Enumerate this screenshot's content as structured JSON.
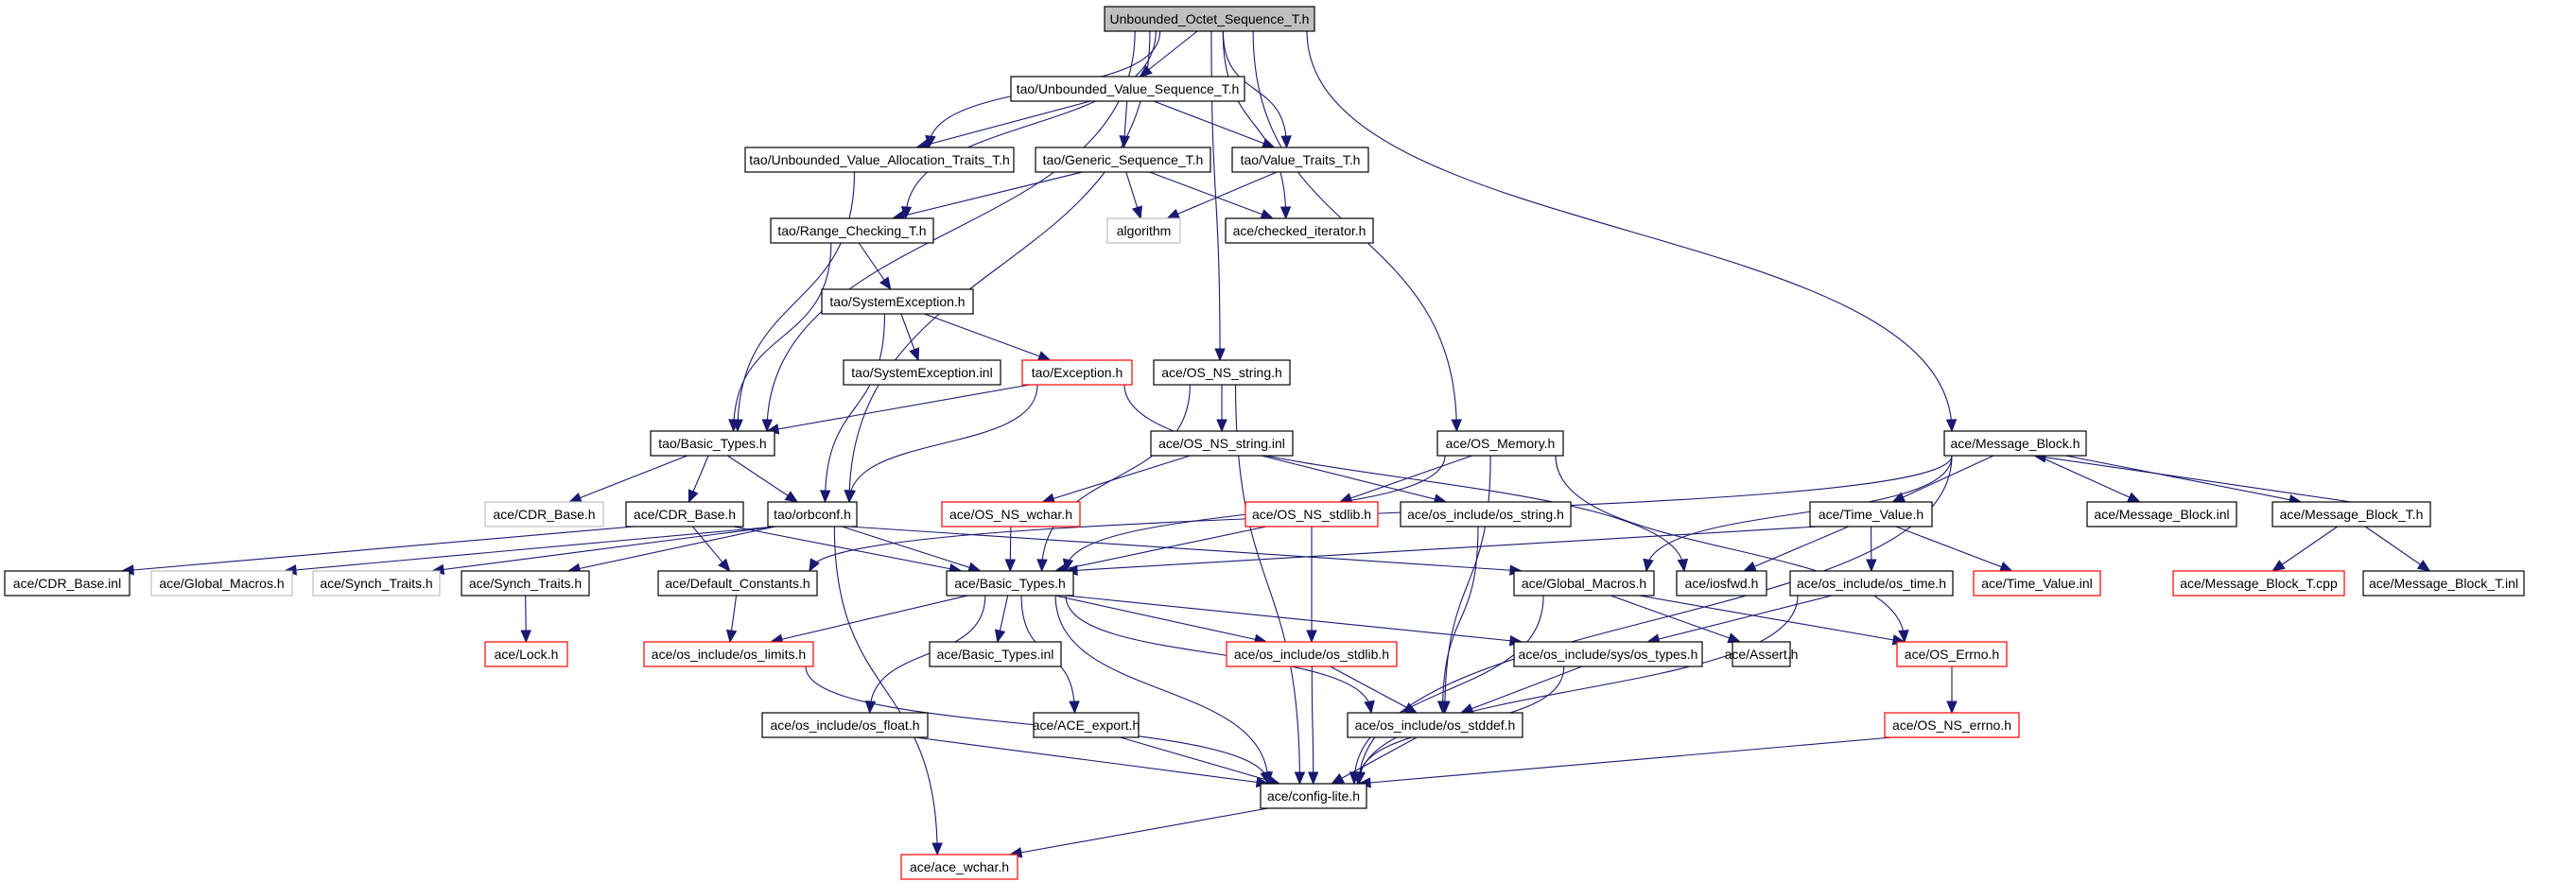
{
  "diagram": {
    "title": "Unbounded_Octet_Sequence_T.h include dependency graph",
    "colors": {
      "edge": "#191970",
      "root_fill": "#bfbfbf",
      "missing_border": "#ff0000",
      "external_border": "#bfbfbf",
      "normal_border": "#000000"
    },
    "nodes": [
      {
        "id": "root",
        "label": "Unbounded_Octet_Sequence_T.h",
        "style": "root"
      },
      {
        "id": "uvs",
        "label": "tao/Unbounded_Value_Sequence_T.h",
        "style": "normal"
      },
      {
        "id": "uvat",
        "label": "tao/Unbounded_Value_Allocation_Traits_T.h",
        "style": "normal"
      },
      {
        "id": "gs",
        "label": "tao/Generic_Sequence_T.h",
        "style": "normal"
      },
      {
        "id": "vt",
        "label": "tao/Value_Traits_T.h",
        "style": "normal"
      },
      {
        "id": "rc",
        "label": "tao/Range_Checking_T.h",
        "style": "normal"
      },
      {
        "id": "alg",
        "label": "algorithm",
        "style": "gray"
      },
      {
        "id": "ci",
        "label": "ace/checked_iterator.h",
        "style": "normal"
      },
      {
        "id": "se",
        "label": "tao/SystemException.h",
        "style": "normal"
      },
      {
        "id": "sei",
        "label": "tao/SystemException.inl",
        "style": "normal"
      },
      {
        "id": "exc",
        "label": "tao/Exception.h",
        "style": "red"
      },
      {
        "id": "osnsstr",
        "label": "ace/OS_NS_string.h",
        "style": "normal"
      },
      {
        "id": "tbt",
        "label": "tao/Basic_Types.h",
        "style": "normal"
      },
      {
        "id": "osnsstri",
        "label": "ace/OS_NS_string.inl",
        "style": "normal"
      },
      {
        "id": "osmem",
        "label": "ace/OS_Memory.h",
        "style": "normal"
      },
      {
        "id": "mb",
        "label": "ace/Message_Block.h",
        "style": "normal"
      },
      {
        "id": "cdrg",
        "label": "ace/CDR_Base.h",
        "style": "gray"
      },
      {
        "id": "cdr",
        "label": "ace/CDR_Base.h",
        "style": "normal"
      },
      {
        "id": "orb",
        "label": "tao/orbconf.h",
        "style": "normal"
      },
      {
        "id": "wchar",
        "label": "ace/OS_NS_wchar.h",
        "style": "red"
      },
      {
        "id": "stdlib",
        "label": "ace/OS_NS_stdlib.h",
        "style": "red"
      },
      {
        "id": "osstr",
        "label": "ace/os_include/os_string.h",
        "style": "normal"
      },
      {
        "id": "tv",
        "label": "ace/Time_Value.h",
        "style": "normal"
      },
      {
        "id": "mbi",
        "label": "ace/Message_Block.inl",
        "style": "normal"
      },
      {
        "id": "mbt",
        "label": "ace/Message_Block_T.h",
        "style": "normal"
      },
      {
        "id": "cdri",
        "label": "ace/CDR_Base.inl",
        "style": "normal"
      },
      {
        "id": "gmg",
        "label": "ace/Global_Macros.h",
        "style": "gray"
      },
      {
        "id": "stg",
        "label": "ace/Synch_Traits.h",
        "style": "gray"
      },
      {
        "id": "st",
        "label": "ace/Synch_Traits.h",
        "style": "normal"
      },
      {
        "id": "dc",
        "label": "ace/Default_Constants.h",
        "style": "normal"
      },
      {
        "id": "abt",
        "label": "ace/Basic_Types.h",
        "style": "normal"
      },
      {
        "id": "gm",
        "label": "ace/Global_Macros.h",
        "style": "normal"
      },
      {
        "id": "iosfwd",
        "label": "ace/iosfwd.h",
        "style": "normal"
      },
      {
        "id": "ostime",
        "label": "ace/os_include/os_time.h",
        "style": "normal"
      },
      {
        "id": "tvi",
        "label": "ace/Time_Value.inl",
        "style": "red"
      },
      {
        "id": "mbtc",
        "label": "ace/Message_Block_T.cpp",
        "style": "red"
      },
      {
        "id": "mbti",
        "label": "ace/Message_Block_T.inl",
        "style": "normal"
      },
      {
        "id": "lock",
        "label": "ace/Lock.h",
        "style": "red"
      },
      {
        "id": "oslim",
        "label": "ace/os_include/os_limits.h",
        "style": "red"
      },
      {
        "id": "abti",
        "label": "ace/Basic_Types.inl",
        "style": "normal"
      },
      {
        "id": "osstdlib",
        "label": "ace/os_include/os_stdlib.h",
        "style": "red"
      },
      {
        "id": "ostypes",
        "label": "ace/os_include/sys/os_types.h",
        "style": "normal"
      },
      {
        "id": "assert",
        "label": "ace/Assert.h",
        "style": "normal"
      },
      {
        "id": "errno",
        "label": "ace/OS_Errno.h",
        "style": "red"
      },
      {
        "id": "osfloat",
        "label": "ace/os_include/os_float.h",
        "style": "normal"
      },
      {
        "id": "export",
        "label": "ace/ACE_export.h",
        "style": "normal"
      },
      {
        "id": "stddef",
        "label": "ace/os_include/os_stddef.h",
        "style": "normal"
      },
      {
        "id": "nserrno",
        "label": "ace/OS_NS_errno.h",
        "style": "red"
      },
      {
        "id": "cfg",
        "label": "ace/config-lite.h",
        "style": "normal"
      },
      {
        "id": "acewchar",
        "label": "ace/ace_wchar.h",
        "style": "red"
      }
    ],
    "edges": [
      [
        "root",
        "uvs"
      ],
      [
        "root",
        "uvat"
      ],
      [
        "root",
        "vt"
      ],
      [
        "root",
        "ci"
      ],
      [
        "root",
        "rc"
      ],
      [
        "root",
        "tbt"
      ],
      [
        "root",
        "orb"
      ],
      [
        "root",
        "osnsstr"
      ],
      [
        "root",
        "osmem"
      ],
      [
        "root",
        "mb"
      ],
      [
        "uvs",
        "uvat"
      ],
      [
        "uvs",
        "gs"
      ],
      [
        "uvs",
        "vt"
      ],
      [
        "uvat",
        "tbt"
      ],
      [
        "gs",
        "rc"
      ],
      [
        "gs",
        "alg"
      ],
      [
        "gs",
        "ci"
      ],
      [
        "vt",
        "alg"
      ],
      [
        "rc",
        "se"
      ],
      [
        "rc",
        "tbt"
      ],
      [
        "se",
        "sei"
      ],
      [
        "se",
        "exc"
      ],
      [
        "se",
        "orb"
      ],
      [
        "exc",
        "tbt"
      ],
      [
        "exc",
        "orb"
      ],
      [
        "exc",
        "iosfwd"
      ],
      [
        "osnsstr",
        "osnsstri"
      ],
      [
        "osnsstr",
        "abt"
      ],
      [
        "osnsstr",
        "cfg"
      ],
      [
        "osnsstri",
        "wchar"
      ],
      [
        "osnsstri",
        "osstr"
      ],
      [
        "tbt",
        "cdrg"
      ],
      [
        "tbt",
        "cdr"
      ],
      [
        "tbt",
        "orb"
      ],
      [
        "cdr",
        "cdri"
      ],
      [
        "cdr",
        "dc"
      ],
      [
        "cdr",
        "abt"
      ],
      [
        "orb",
        "gmg"
      ],
      [
        "orb",
        "stg"
      ],
      [
        "orb",
        "st"
      ],
      [
        "orb",
        "abt"
      ],
      [
        "orb",
        "gm"
      ],
      [
        "orb",
        "acewchar"
      ],
      [
        "st",
        "lock"
      ],
      [
        "dc",
        "oslim"
      ],
      [
        "wchar",
        "abt"
      ],
      [
        "stdlib",
        "abt"
      ],
      [
        "stdlib",
        "osstdlib"
      ],
      [
        "osmem",
        "abt"
      ],
      [
        "osmem",
        "stdlib"
      ],
      [
        "osmem",
        "errno"
      ],
      [
        "osmem",
        "stddef"
      ],
      [
        "osstr",
        "stddef"
      ],
      [
        "mb",
        "dc"
      ],
      [
        "mb",
        "tv"
      ],
      [
        "mb",
        "mbi"
      ],
      [
        "mb",
        "mbt"
      ],
      [
        "mb",
        "gm"
      ],
      [
        "mb",
        "cfg"
      ],
      [
        "mbt",
        "mb"
      ],
      [
        "mbt",
        "mbtc"
      ],
      [
        "mbt",
        "mbti"
      ],
      [
        "tv",
        "abt"
      ],
      [
        "tv",
        "iosfwd"
      ],
      [
        "tv",
        "ostime"
      ],
      [
        "tv",
        "tvi"
      ],
      [
        "abt",
        "oslim"
      ],
      [
        "abt",
        "abti"
      ],
      [
        "abt",
        "osstdlib"
      ],
      [
        "abt",
        "ostypes"
      ],
      [
        "abt",
        "osfloat"
      ],
      [
        "abt",
        "export"
      ],
      [
        "abt",
        "stddef"
      ],
      [
        "abt",
        "cfg"
      ],
      [
        "gm",
        "assert"
      ],
      [
        "gm",
        "errno"
      ],
      [
        "gm",
        "cfg"
      ],
      [
        "ostime",
        "ostypes"
      ],
      [
        "ostime",
        "cfg"
      ],
      [
        "osstdlib",
        "stddef"
      ],
      [
        "osstdlib",
        "cfg"
      ],
      [
        "ostypes",
        "stddef"
      ],
      [
        "ostypes",
        "cfg"
      ],
      [
        "errno",
        "nserrno"
      ],
      [
        "oslim",
        "cfg"
      ],
      [
        "osfloat",
        "cfg"
      ],
      [
        "export",
        "cfg"
      ],
      [
        "stddef",
        "cfg"
      ],
      [
        "nserrno",
        "cfg"
      ],
      [
        "cfg",
        "acewchar"
      ]
    ]
  }
}
